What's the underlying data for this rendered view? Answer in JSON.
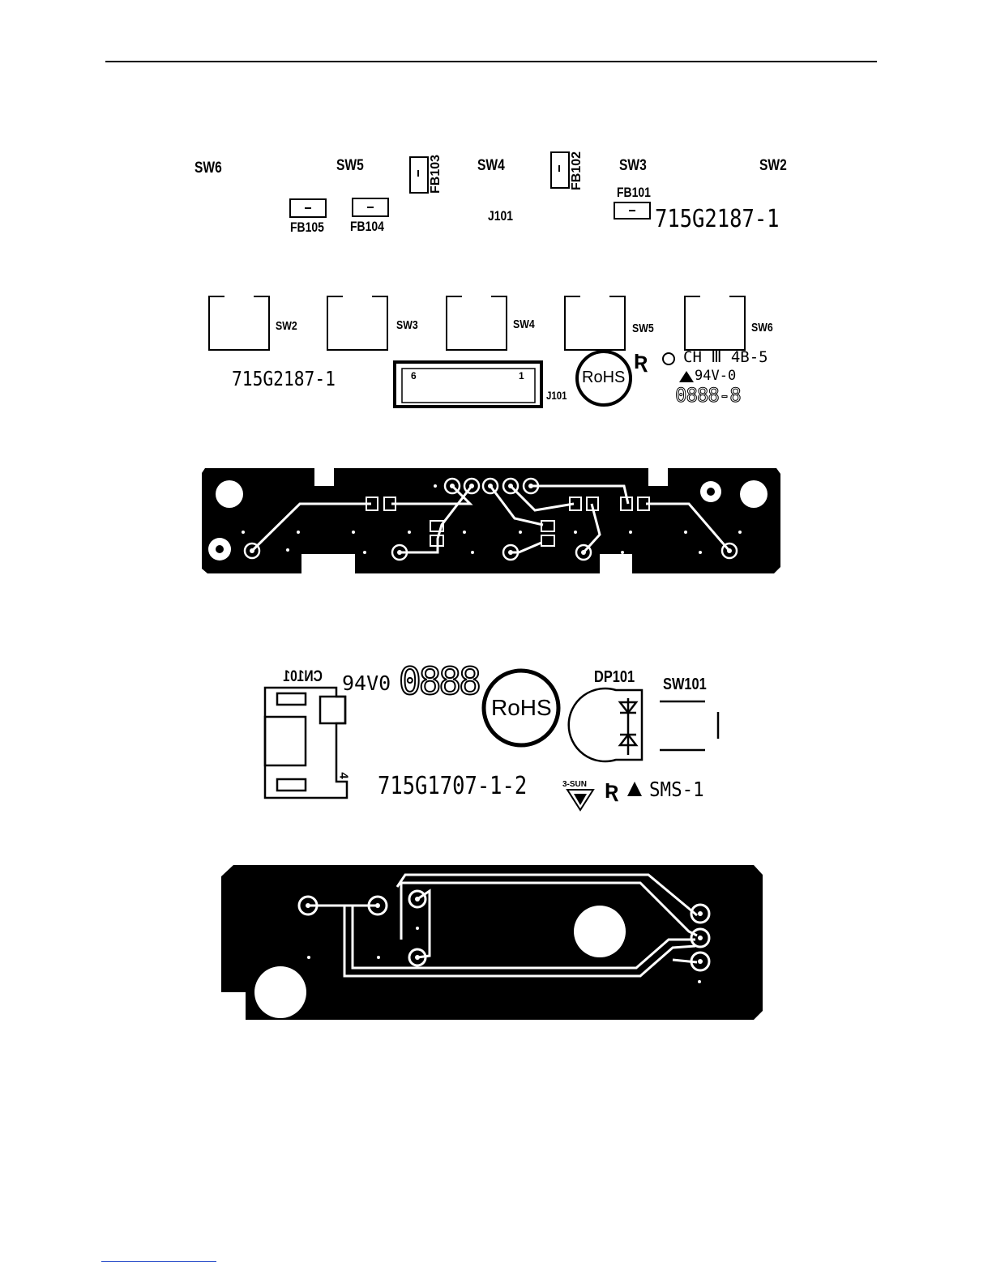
{
  "panel1": {
    "labels": {
      "sw6": "SW6",
      "sw5": "SW5",
      "sw4": "SW4",
      "sw3": "SW3",
      "sw2": "SW2",
      "fb103": "FB103",
      "fb102": "FB102",
      "fb101": "FB101",
      "fb105": "FB105",
      "fb104": "FB104",
      "j101": "J101"
    },
    "part_number": "715G2187-1"
  },
  "panel2": {
    "labels": {
      "sw2": "SW2",
      "sw3": "SW3",
      "sw4": "SW4",
      "sw5": "SW5",
      "sw6": "SW6",
      "j101": "J101",
      "pin_left": "6",
      "pin_right": "1"
    },
    "part_number": "715G2187-1",
    "rohs": "RoHS",
    "cert_mark": "CH Ⅲ 4B-5",
    "flame_rating": "94V-0",
    "date_code": "0888-8"
  },
  "panel4": {
    "labels": {
      "cn101": "CN101",
      "dp101": "DP101",
      "sw101": "SW101",
      "pin4": "4"
    },
    "flame_rating": "94V0",
    "date_code": "0888",
    "rohs": "RoHS",
    "part_number": "715G1707-1-2",
    "vendor": "3-SUN",
    "model": "SMS-1"
  }
}
